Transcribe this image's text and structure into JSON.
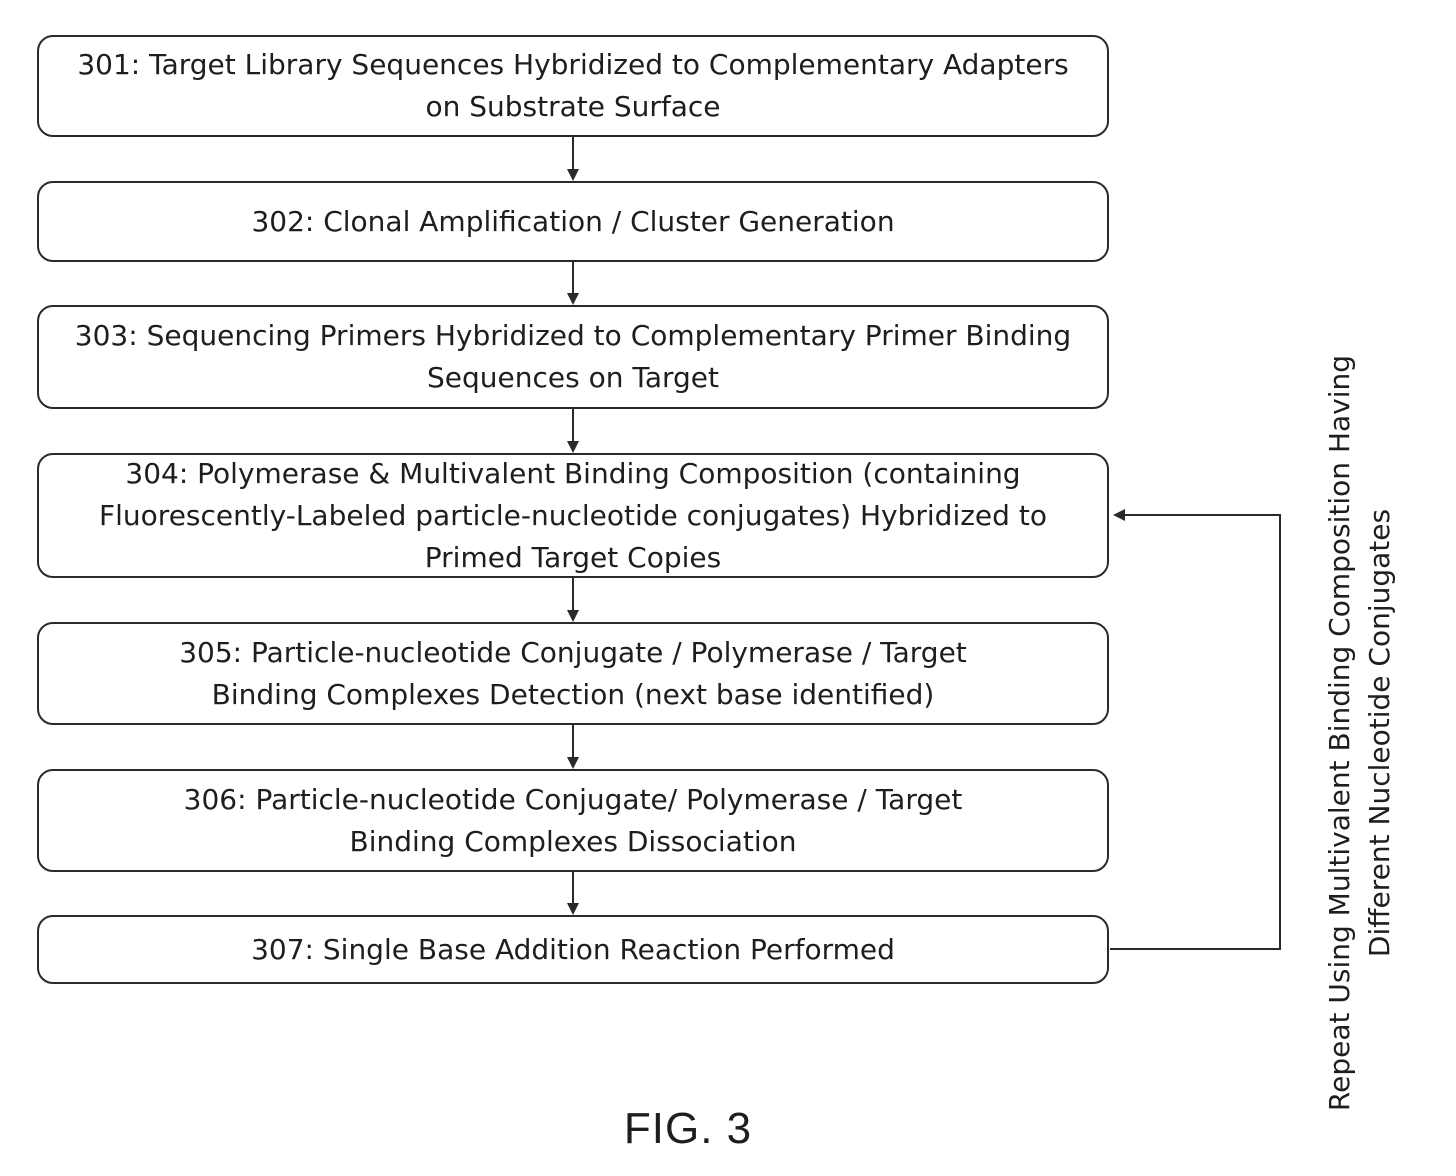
{
  "steps": [
    {
      "id": "301",
      "text": "301: Target Library Sequences Hybridized to Complementary Adapters\non Substrate Surface"
    },
    {
      "id": "302",
      "text": "302: Clonal Amplification / Cluster Generation"
    },
    {
      "id": "303",
      "text": "303: Sequencing Primers Hybridized to Complementary Primer Binding\nSequences on Target"
    },
    {
      "id": "304",
      "text": "304: Polymerase & Multivalent Binding Composition (containing\nFluorescently-Labeled particle-nucleotide conjugates)  Hybridized to\nPrimed Target Copies"
    },
    {
      "id": "305",
      "text": "305: Particle-nucleotide Conjugate / Polymerase / Target\nBinding Complexes  Detection (next base identified)"
    },
    {
      "id": "306",
      "text": "306: Particle-nucleotide Conjugate/ Polymerase / Target\nBinding Complexes Dissociation"
    },
    {
      "id": "307",
      "text": "307: Single Base Addition Reaction Performed"
    }
  ],
  "loop_label": "Repeat Using Multivalent Binding Composition Having\nDifferent Nucleotide Conjugates",
  "figure_label": "FIG. 3",
  "colors": {
    "stroke": "#2a2a2a",
    "text": "#1e1e1e",
    "background": "#ffffff"
  }
}
